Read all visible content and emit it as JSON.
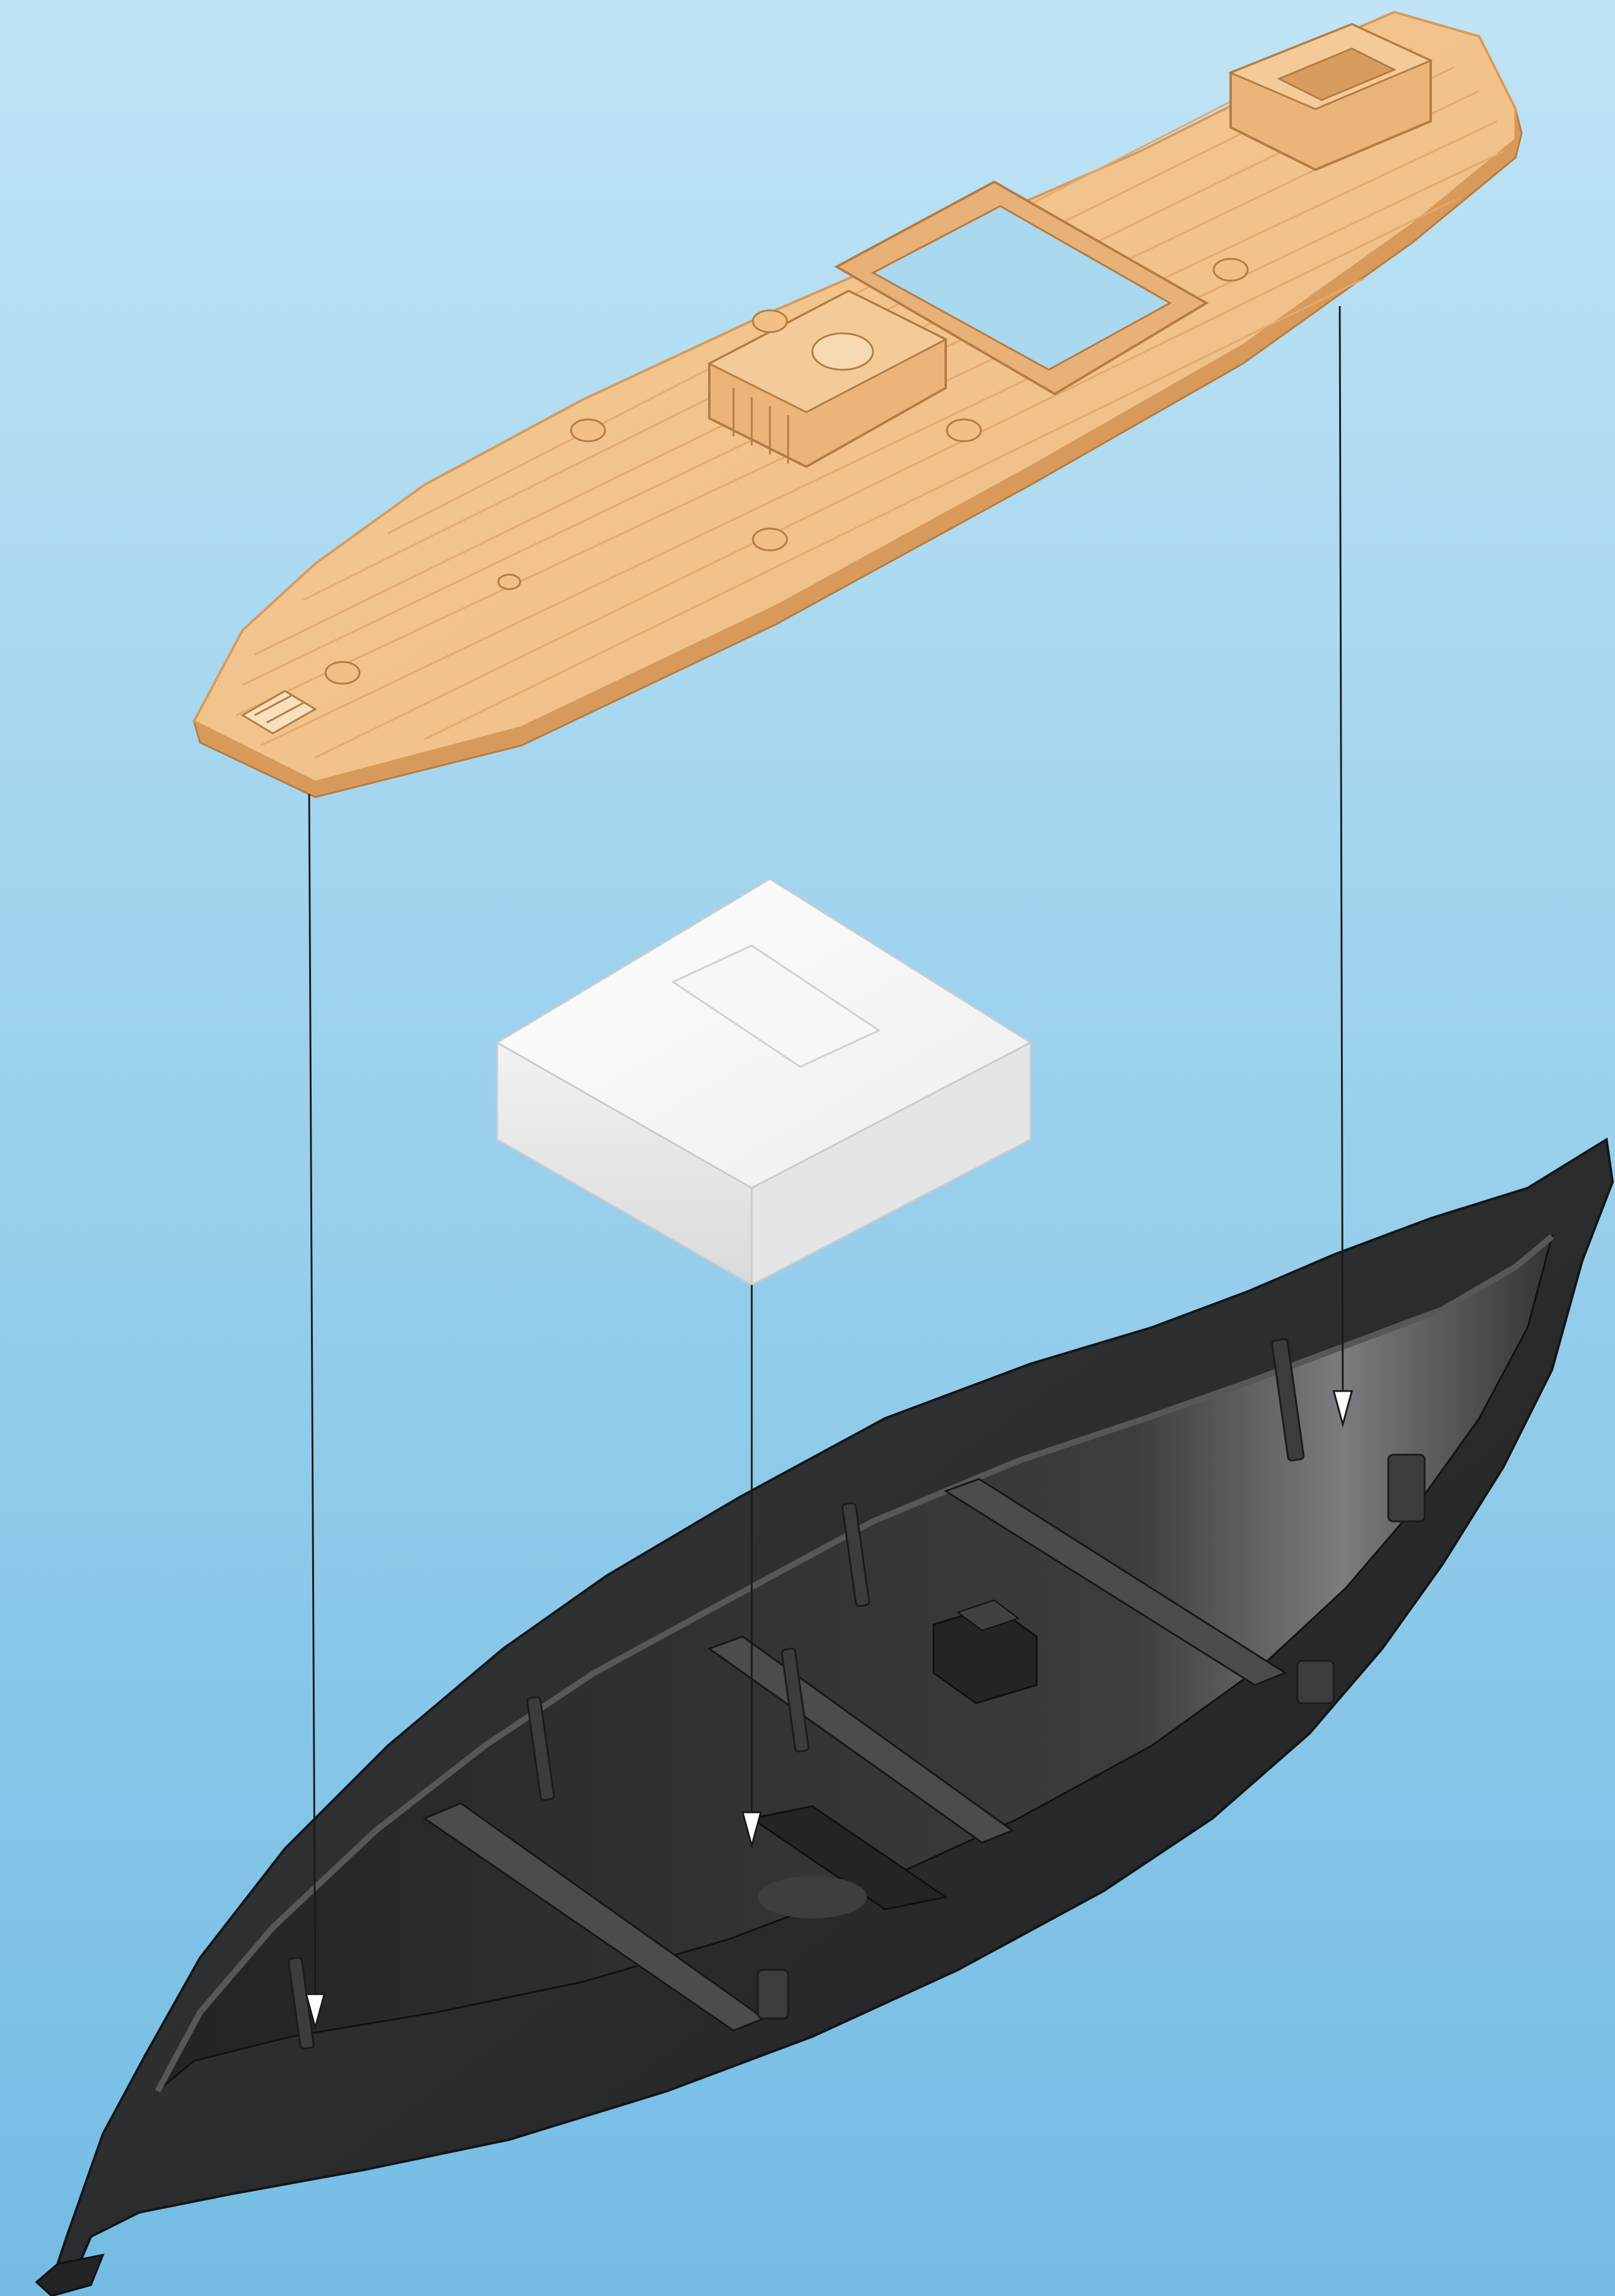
{
  "diagram": {
    "kind": "exploded-assembly",
    "parts": [
      {
        "id": "deck",
        "color": "#F2C38C",
        "edge": "#D89A5A",
        "plank_color": "#E3AA6E"
      },
      {
        "id": "foam-block",
        "color": "#F4F4F4",
        "edge": "#C9CCCF"
      },
      {
        "id": "hull",
        "color": "#2E2F31",
        "edge": "#141516",
        "highlight": "#5A5C60"
      }
    ],
    "arrows": [
      {
        "from": "deck",
        "to": "hull"
      },
      {
        "from": "foam-block",
        "to": "hull"
      },
      {
        "from": "deck",
        "to": "hull"
      }
    ],
    "colors": {
      "background_top": "#BFE4F5",
      "background_bottom": "#74BCE4",
      "arrow_line": "#1A1A1A",
      "arrow_head_fill": "#FFFFFF"
    }
  }
}
